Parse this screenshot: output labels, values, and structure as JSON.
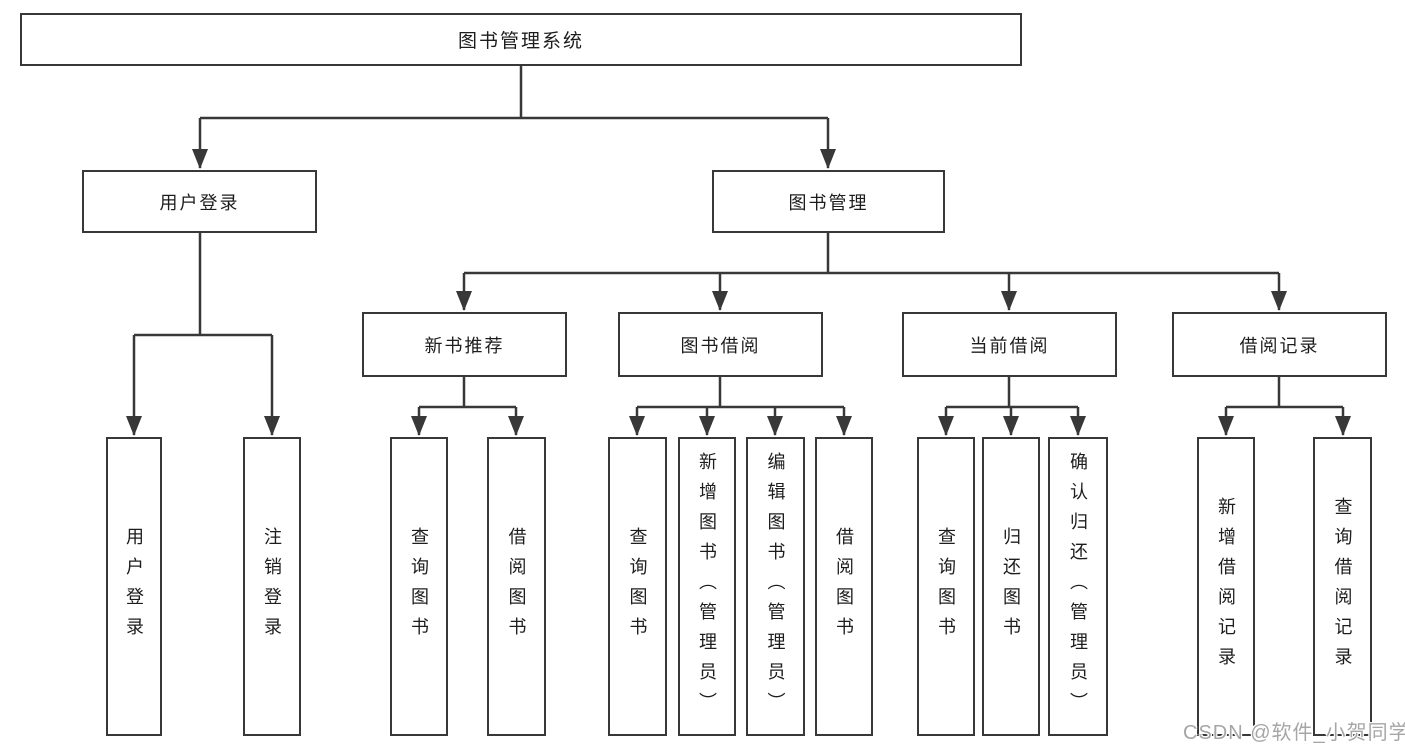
{
  "diagram_title": "图书管理系统",
  "tree": {
    "label": "图书管理系统",
    "children": [
      {
        "label": "用户登录",
        "children": [
          {
            "label": "用户登录"
          },
          {
            "label": "注销登录"
          }
        ]
      },
      {
        "label": "图书管理",
        "children": [
          {
            "label": "新书推荐",
            "children": [
              {
                "label": "查询图书"
              },
              {
                "label": "借阅图书"
              }
            ]
          },
          {
            "label": "图书借阅",
            "children": [
              {
                "label": "查询图书"
              },
              {
                "label": "新增图书（管理员）"
              },
              {
                "label": "编辑图书（管理员）"
              },
              {
                "label": "借阅图书"
              }
            ]
          },
          {
            "label": "当前借阅",
            "children": [
              {
                "label": "查询图书"
              },
              {
                "label": "归还图书"
              },
              {
                "label": "确认归还（管理员）"
              }
            ]
          },
          {
            "label": "借阅记录",
            "children": [
              {
                "label": "新增借阅记录"
              },
              {
                "label": "查询借阅记录"
              }
            ]
          }
        ]
      }
    ]
  },
  "watermark": "CSDN @软件_小贺同学",
  "colors": {
    "line": "#383838",
    "box_border": "#383838",
    "box_fill": "#ffffff",
    "text": "#1d1d1d",
    "watermark": "#a6a6a6",
    "background": "#ffffff"
  }
}
